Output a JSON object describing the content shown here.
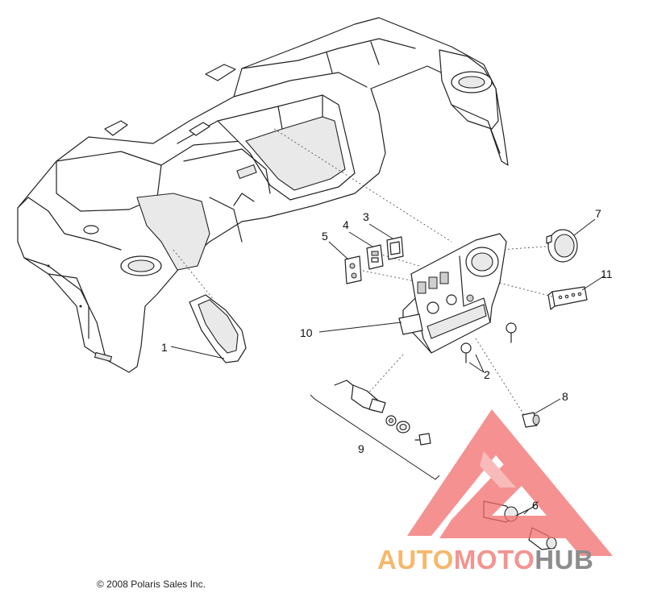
{
  "callouts": [
    {
      "id": "1",
      "text": "1"
    },
    {
      "id": "2",
      "text": "2"
    },
    {
      "id": "3",
      "text": "3"
    },
    {
      "id": "4",
      "text": "4"
    },
    {
      "id": "5",
      "text": "5"
    },
    {
      "id": "6",
      "text": "6"
    },
    {
      "id": "7",
      "text": "7"
    },
    {
      "id": "8",
      "text": "8"
    },
    {
      "id": "9",
      "text": "9"
    },
    {
      "id": "10",
      "text": "10"
    },
    {
      "id": "11",
      "text": "11"
    }
  ],
  "copyright": "© 2008 Polaris Sales Inc.",
  "logo": {
    "part1": "AUTO",
    "part2": "MOTO",
    "part3": "HUB",
    "triangle_color": "#f26d6d",
    "text_colors": [
      "#f5b86b",
      "#f4938f",
      "#8d8d8d"
    ]
  }
}
